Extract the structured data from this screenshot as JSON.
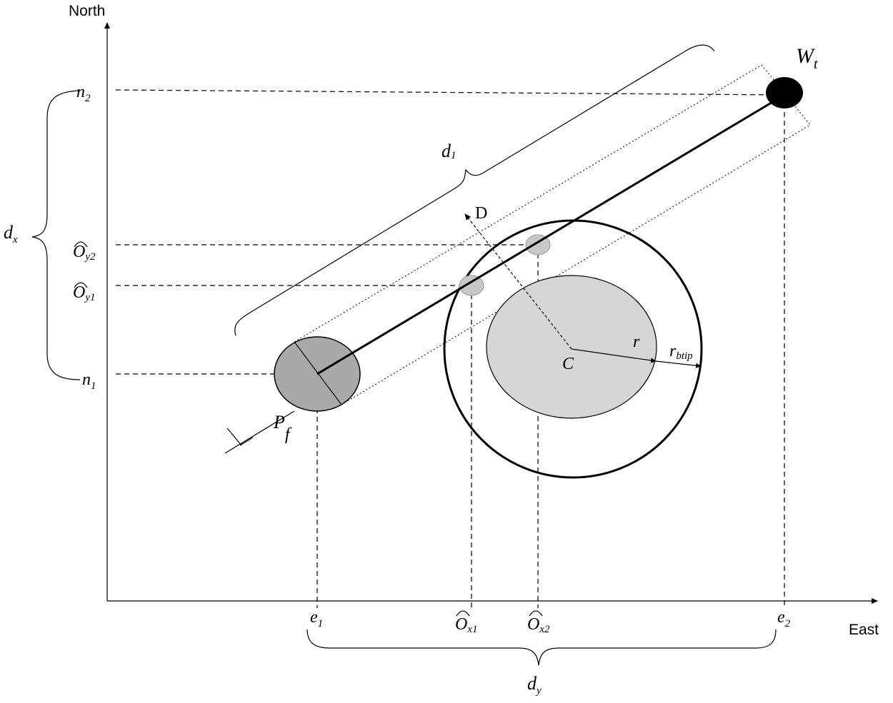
{
  "axes": {
    "x_label": "East",
    "y_label": "North"
  },
  "labels": {
    "n2": "n",
    "n2_sub": "2",
    "n1": "n",
    "n1_sub": "1",
    "oy2": "O",
    "oy2_sub": "y2",
    "oy1": "O",
    "oy1_sub": "y1",
    "dx": "d",
    "dx_sub": "x",
    "e1": "e",
    "e1_sub": "1",
    "ox1": "O",
    "ox1_sub": "x1",
    "ox2": "O",
    "ox2_sub": "x2",
    "e2": "e",
    "e2_sub": "2",
    "dy": "d",
    "dy_sub": "y",
    "wt": "W",
    "wt_sub": "t",
    "pf": "P",
    "pf_sub": "f",
    "d1": "d",
    "d1_sub": "1",
    "D": "D",
    "C": "C",
    "r": "r",
    "rbtip": "r",
    "rbtip_sub": "btip"
  },
  "colors": {
    "line": "#000000",
    "obstacle_fill": "#d6d6d6",
    "robot_fill": "#a9a9a9",
    "intersection_fill": "#c8c8c8",
    "target_fill": "#000000"
  }
}
